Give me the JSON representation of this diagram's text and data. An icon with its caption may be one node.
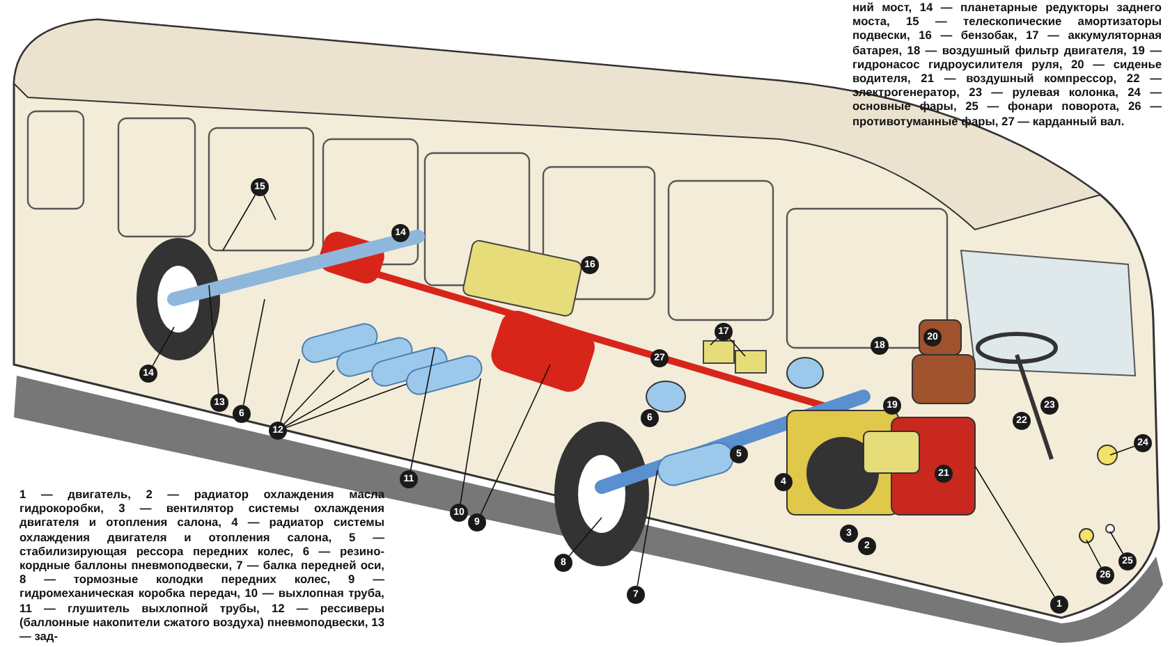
{
  "diagram": {
    "nodes": [
      {
        "text": [
          "15"
        ]
      },
      {
        "text": [
          "14"
        ]
      },
      {
        "text": [
          "13"
        ]
      },
      {
        "text": [
          "6"
        ]
      },
      {
        "text": [
          "12"
        ]
      },
      {
        "text": [
          "11"
        ]
      },
      {
        "text": [
          "10"
        ]
      },
      {
        "text": [
          "9"
        ]
      },
      {
        "text": [
          "8"
        ]
      },
      {
        "text": [
          "7"
        ]
      },
      {
        "text": [
          "17"
        ]
      },
      {
        "text": [
          "1"
        ]
      },
      {
        "text": [
          "26"
        ]
      },
      {
        "text": [
          "25"
        ]
      },
      {
        "text": [
          "24"
        ]
      },
      {
        "text": [
          "14"
        ]
      },
      {
        "text": [
          "16"
        ]
      },
      {
        "text": [
          "27"
        ]
      },
      {
        "text": [
          "18"
        ]
      },
      {
        "text": [
          "20"
        ]
      },
      {
        "text": [
          "6"
        ]
      },
      {
        "text": [
          "23"
        ]
      },
      {
        "text": [
          "19"
        ]
      },
      {
        "text": [
          "22"
        ]
      },
      {
        "text": [
          "5"
        ]
      },
      {
        "text": [
          "21"
        ]
      },
      {
        "text": [
          "4"
        ]
      },
      {
        "text": [
          "3"
        ]
      },
      {
        "text": [
          "2"
        ]
      }
    ],
    "edges": [
      {
        "from": 0,
        "to": null,
        "arrow": "none"
      },
      {
        "from": 0,
        "to": null,
        "arrow": "none"
      },
      {
        "from": 1,
        "to": null,
        "arrow": "none"
      },
      {
        "from": 2,
        "to": null,
        "arrow": "none"
      },
      {
        "from": 3,
        "to": null,
        "arrow": "none"
      },
      {
        "from": 4,
        "to": null,
        "arrow": "none"
      },
      {
        "from": 4,
        "to": null,
        "arrow": "none"
      },
      {
        "from": 4,
        "to": null,
        "arrow": "none"
      },
      {
        "from": 4,
        "to": null,
        "arrow": "none"
      },
      {
        "from": 5,
        "to": null,
        "arrow": "none"
      },
      {
        "from": 6,
        "to": null,
        "arrow": "none"
      },
      {
        "from": 7,
        "to": null,
        "arrow": "none"
      },
      {
        "from": 8,
        "to": null,
        "arrow": "none"
      },
      {
        "from": 9,
        "to": null,
        "arrow": "none"
      },
      {
        "from": 10,
        "to": null,
        "arrow": "none"
      },
      {
        "from": 10,
        "to": null,
        "arrow": "none"
      },
      {
        "from": 11,
        "to": null,
        "arrow": "none"
      },
      {
        "from": 12,
        "to": null,
        "arrow": "none"
      },
      {
        "from": 13,
        "to": null,
        "arrow": "none"
      },
      {
        "from": 14,
        "to": null,
        "arrow": "none"
      }
    ],
    "labels": [
      "ний мост, 14 — планетарные редукторы заднего моста, 15 — телескопические амортизаторы подвески, 16 — бензобак, 17 — аккумуляторная батарея, 18 — воздушный фильтр двигателя, 19 — гидронасос гидроусилителя руля, 20 — сиденье водителя, 21 — воздушный компрессор, 22 — электрогенератор, 23 — рулевая колонка, 24 — основные фары, 25 — фонари поворота, 26 — противотуманные фары, 27 — карданный вал.",
      "1 — двигатель, 2 — радиатор охлаждения масла гидрокоробки, 3 — вентилятор системы охлаждения двигателя и отопления салона, 4 — радиатор системы охлаждения двигателя и отопления салона, 5 — стабилизирующая рессора передних колес, 6 — резино-кордные баллоны пневмоподвески, 7 — балка передней оси, 8 — тормозные колодки передних колес, 9 — гидромеханическая коробка передач, 10 — выхлопная труба, 11 — глушитель выхлопной трубы, 12 — рессиверы (баллонные накопители сжатого воздуха) пневмоподвески, 13 — зад-"
    ]
  }
}
